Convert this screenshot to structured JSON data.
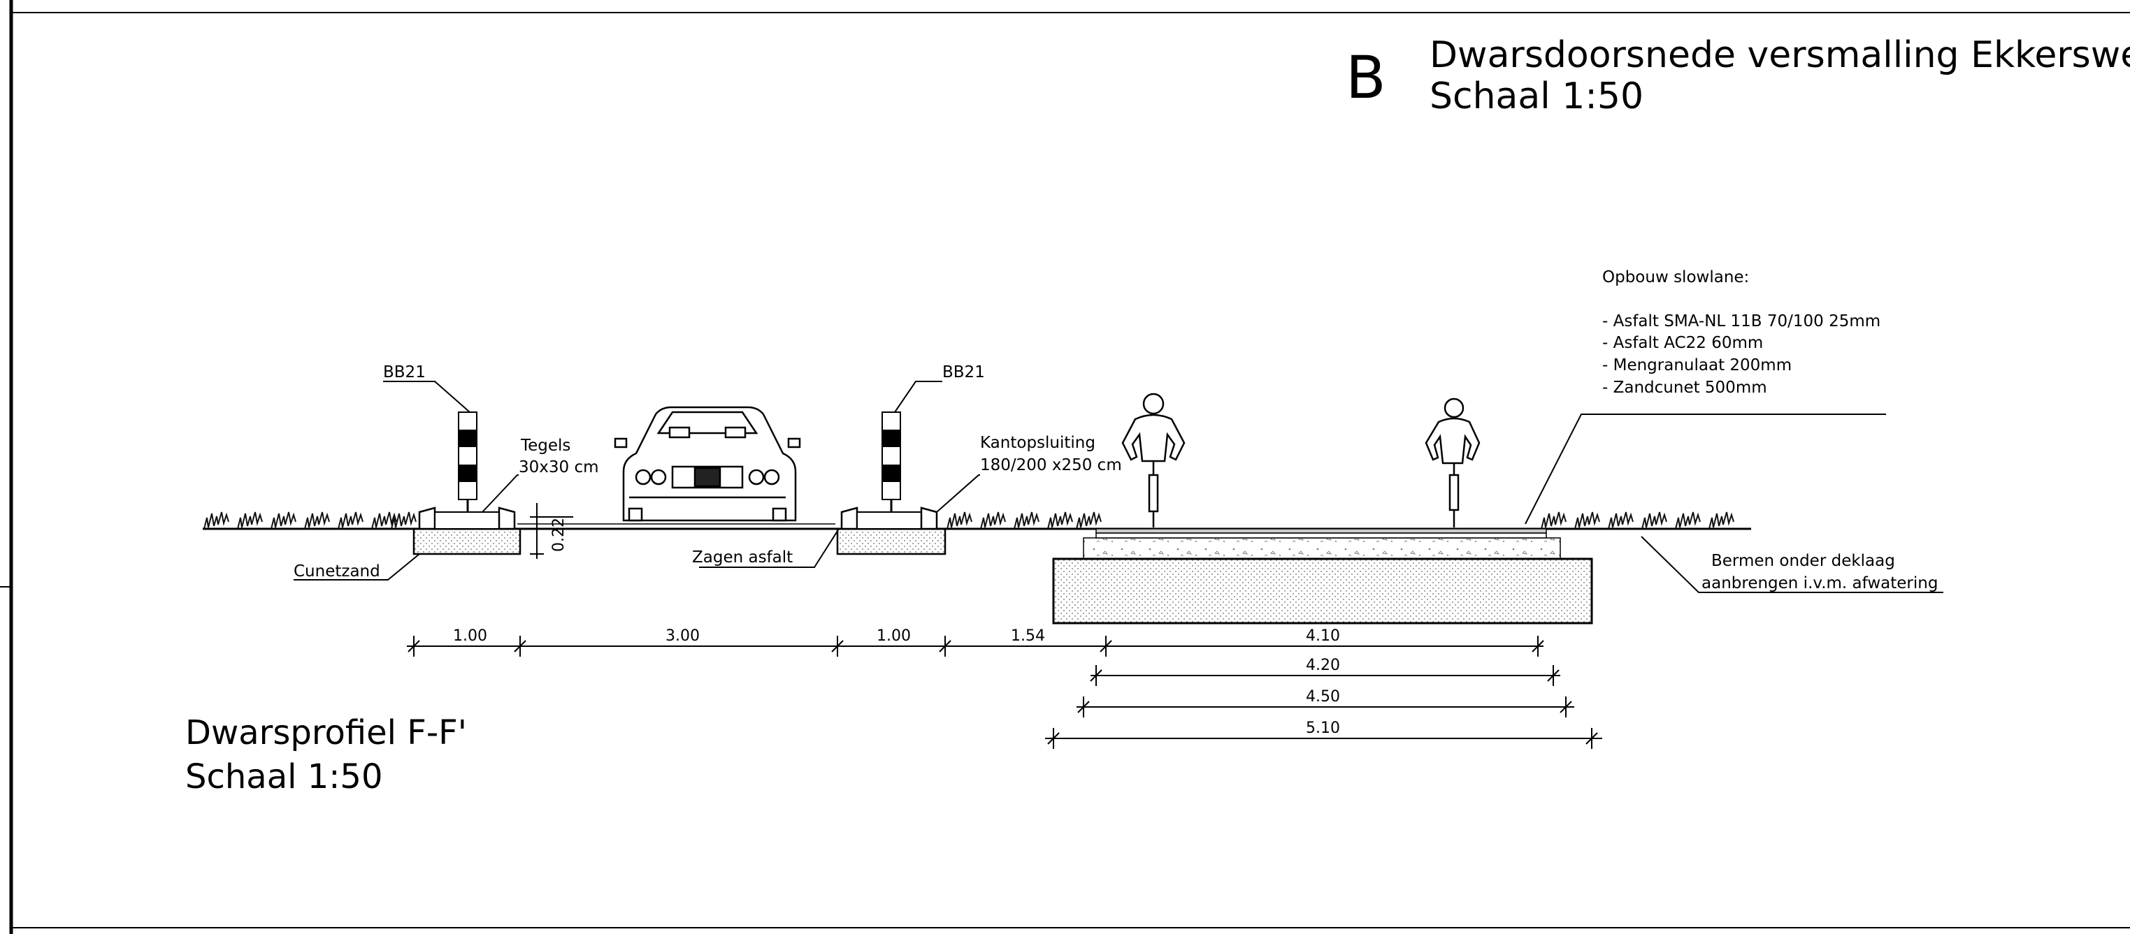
{
  "header": {
    "letter": "B",
    "title": "Dwarsdoorsnede versmalling Ekkersweijer",
    "scale": "Schaal 1:50"
  },
  "profile": {
    "title": "Dwarsprofiel F-F'",
    "scale": "Schaal 1:50"
  },
  "labels": {
    "bb21_left": "BB21",
    "bb21_right": "BB21",
    "tegels_1": "Tegels",
    "tegels_2": "30x30 cm",
    "kantopsluiting_1": "Kantopsluiting",
    "kantopsluiting_2": "180/200 x250 cm",
    "cunetzand": "Cunetzand",
    "zagen_asfalt": "Zagen asfalt",
    "height_022": "0.22",
    "bermen_1": "Bermen onder deklaag",
    "bermen_2": "aanbrengen i.v.m. afwatering"
  },
  "buildup": {
    "title": "Opbouw slowlane:",
    "items": [
      "- Asfalt SMA-NL 11B 70/100 25mm",
      "- Asfalt AC22 60mm",
      "- Mengranulaat 200mm",
      "- Zandcunet 500mm"
    ]
  },
  "dimensions": {
    "d1": "1.00",
    "d2": "3.00",
    "d3": "1.00",
    "d4": "1.54",
    "d5": "4.10",
    "d6": "4.20",
    "d7": "4.50",
    "d8": "5.10"
  }
}
